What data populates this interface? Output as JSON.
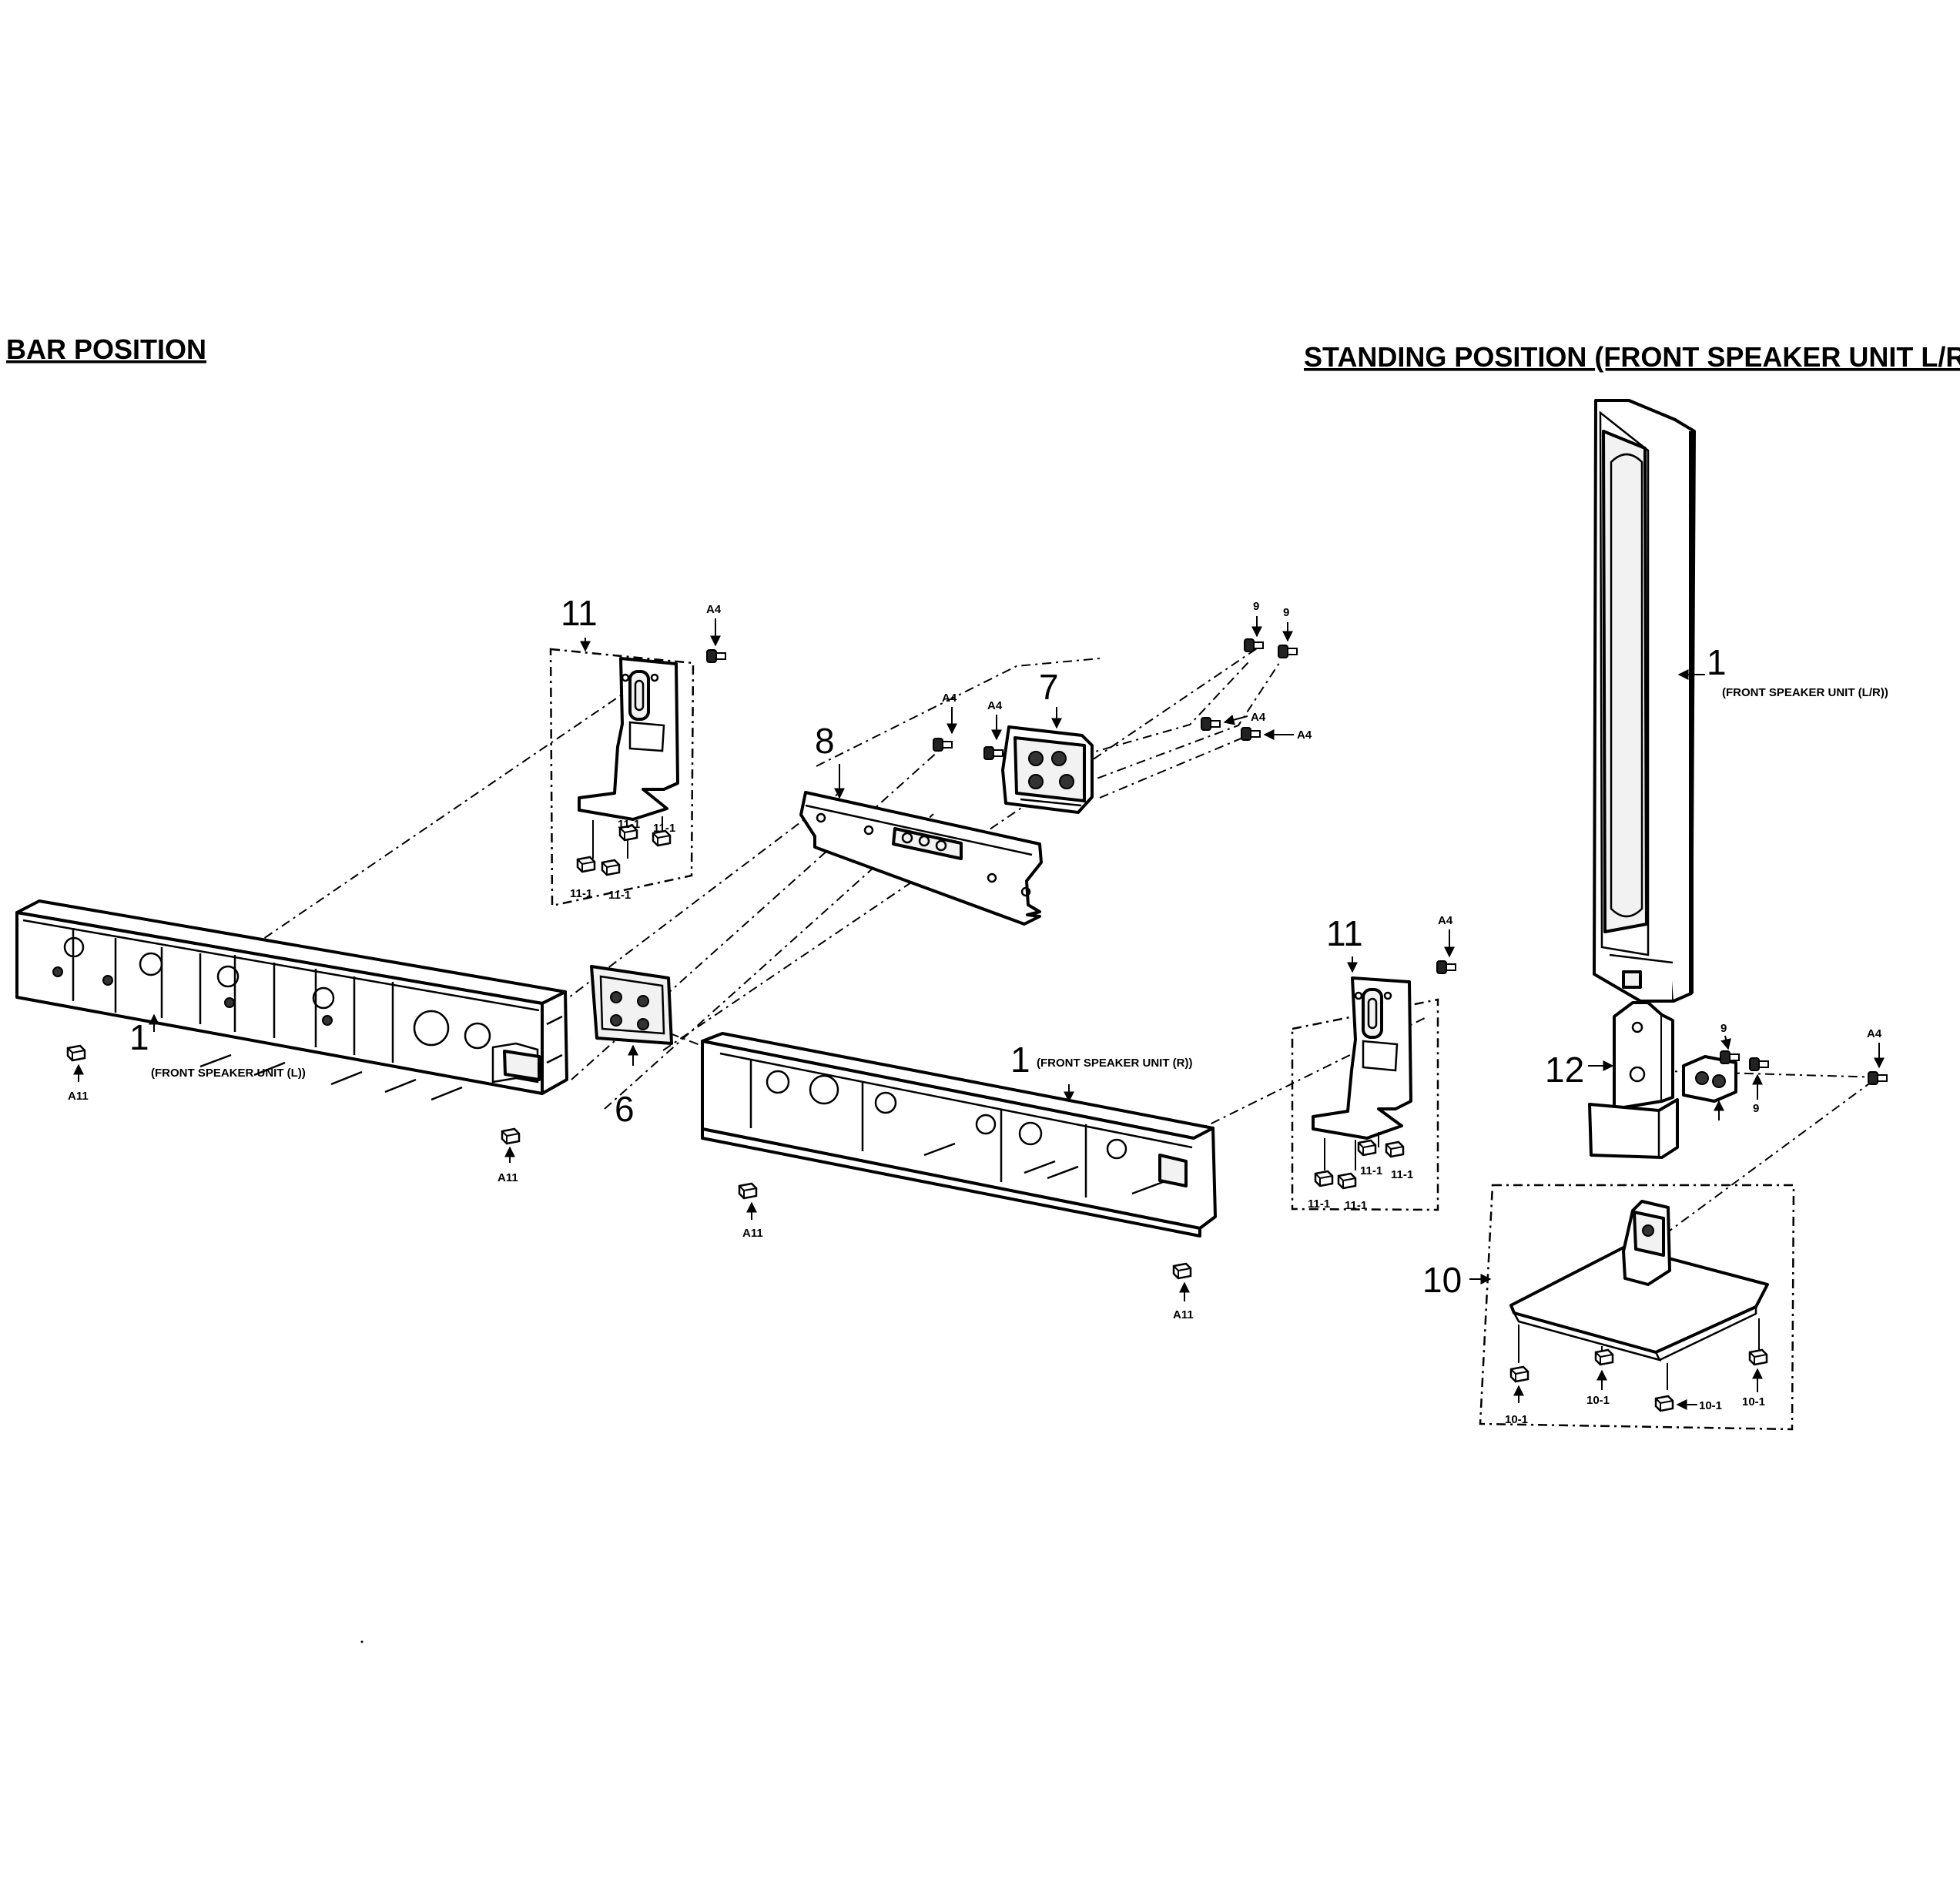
{
  "headings": {
    "bar_position": "BAR POSITION",
    "standing_position": "STANDING POSITION (FRONT SPEAKER UNIT L/R)"
  },
  "callouts": {
    "p1": "1",
    "p6": "6",
    "p7": "7",
    "p8": "8",
    "p9": "9",
    "p10": "10",
    "p10_1": "10-1",
    "p11": "11",
    "p11_1": "11-1",
    "p12": "12",
    "a4": "A4",
    "a11": "A11"
  },
  "captions": {
    "front_speaker_l": "(FRONT SPEAKER UNIT (L))",
    "front_speaker_r": "(FRONT SPEAKER UNIT (R))",
    "front_speaker_lr": "(FRONT SPEAKER UNIT (L/R))"
  }
}
